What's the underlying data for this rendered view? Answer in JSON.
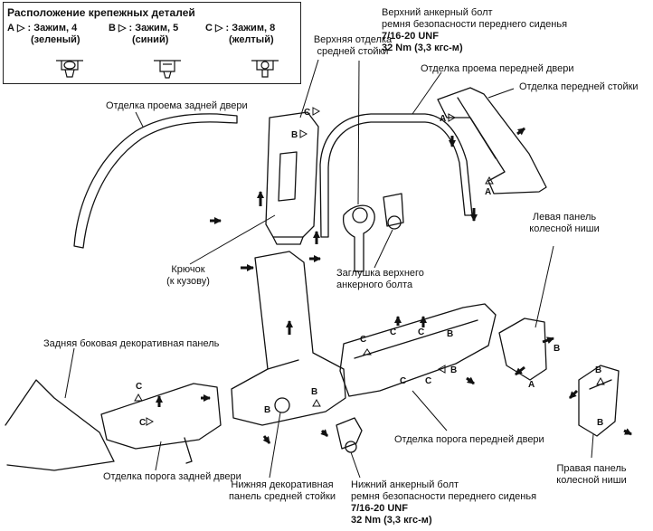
{
  "legend": {
    "title": "Расположение крепежных деталей",
    "clips": [
      {
        "letter": "A",
        "text": "Зажим, 4",
        "color": "(зеленый)"
      },
      {
        "letter": "B",
        "text": "Зажим, 5",
        "color": "(синий)"
      },
      {
        "letter": "C",
        "text": "Зажим, 8",
        "color": "(желтый)"
      }
    ]
  },
  "labels": {
    "upper_bolt": [
      "Верхний анкерный болт",
      "ремня безопасности переднего сиденья",
      "7/16-20 UNF",
      "32 Nm (3,3 кгс-м)"
    ],
    "upper_trim": [
      "Верхняя отделка",
      "средней стойки"
    ],
    "front_door_opening": "Отделка проема передней двери",
    "front_pillar": "Отделка передней стойки",
    "rear_door_opening": "Отделка проема задней двери",
    "hook": [
      "Крючок",
      "(к кузову)"
    ],
    "bolt_cap": [
      "Заглушка верхнего",
      "анкерного болта"
    ],
    "left_wheel": [
      "Левая панель",
      "колесной ниши"
    ],
    "rear_side": "Задняя боковая декоративная панель",
    "front_sill": "Отделка порога передней двери",
    "rear_sill": "Отделка порога задней двери",
    "lower_trim": [
      "Нижняя декоративная",
      "панель средней стойки"
    ],
    "lower_bolt": [
      "Нижний анкерный болт",
      "ремня безопасности переднего сиденья",
      "7/16-20 UNF",
      "32 Nm (3,3 кгс-м)"
    ],
    "right_wheel": [
      "Правая панель",
      "колесной ниши"
    ]
  }
}
